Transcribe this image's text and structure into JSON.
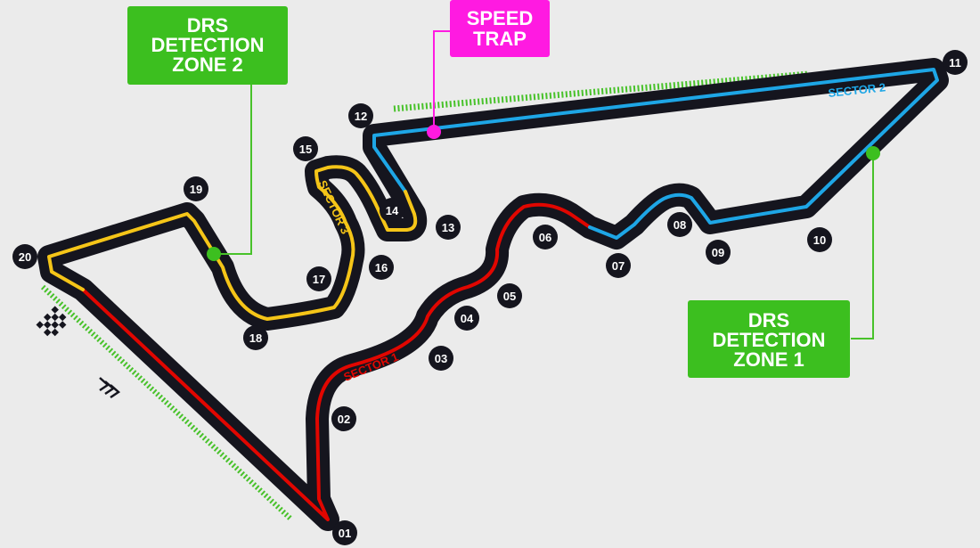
{
  "map": {
    "callouts": {
      "drs_detection_zone_2": [
        "DRS",
        "DETECTION",
        "ZONE 2"
      ],
      "speed_trap": [
        "SPEED",
        "TRAP"
      ],
      "drs_detection_zone_1": [
        "DRS",
        "DETECTION",
        "ZONE 1"
      ]
    },
    "sectors": {
      "sector_1": "SECTOR 1",
      "sector_2": "SECTOR 2",
      "sector_3": "SECTOR 3"
    },
    "turns": [
      "01",
      "02",
      "03",
      "04",
      "05",
      "06",
      "07",
      "08",
      "09",
      "10",
      "11",
      "12",
      "13",
      "14",
      "15",
      "16",
      "17",
      "18",
      "19",
      "20"
    ],
    "colors": {
      "background": "#ebebeb",
      "track": "#15151e",
      "sector_1": "#e10600",
      "sector_2": "#1ea6e6",
      "sector_3": "#f5c518",
      "drs": "#3cbf1f",
      "speed_trap": "#ff1ae1",
      "drs_zone_marker": "#48c22a"
    },
    "icons": [
      "chequered-flag-icon",
      "direction-chevrons-icon"
    ]
  }
}
